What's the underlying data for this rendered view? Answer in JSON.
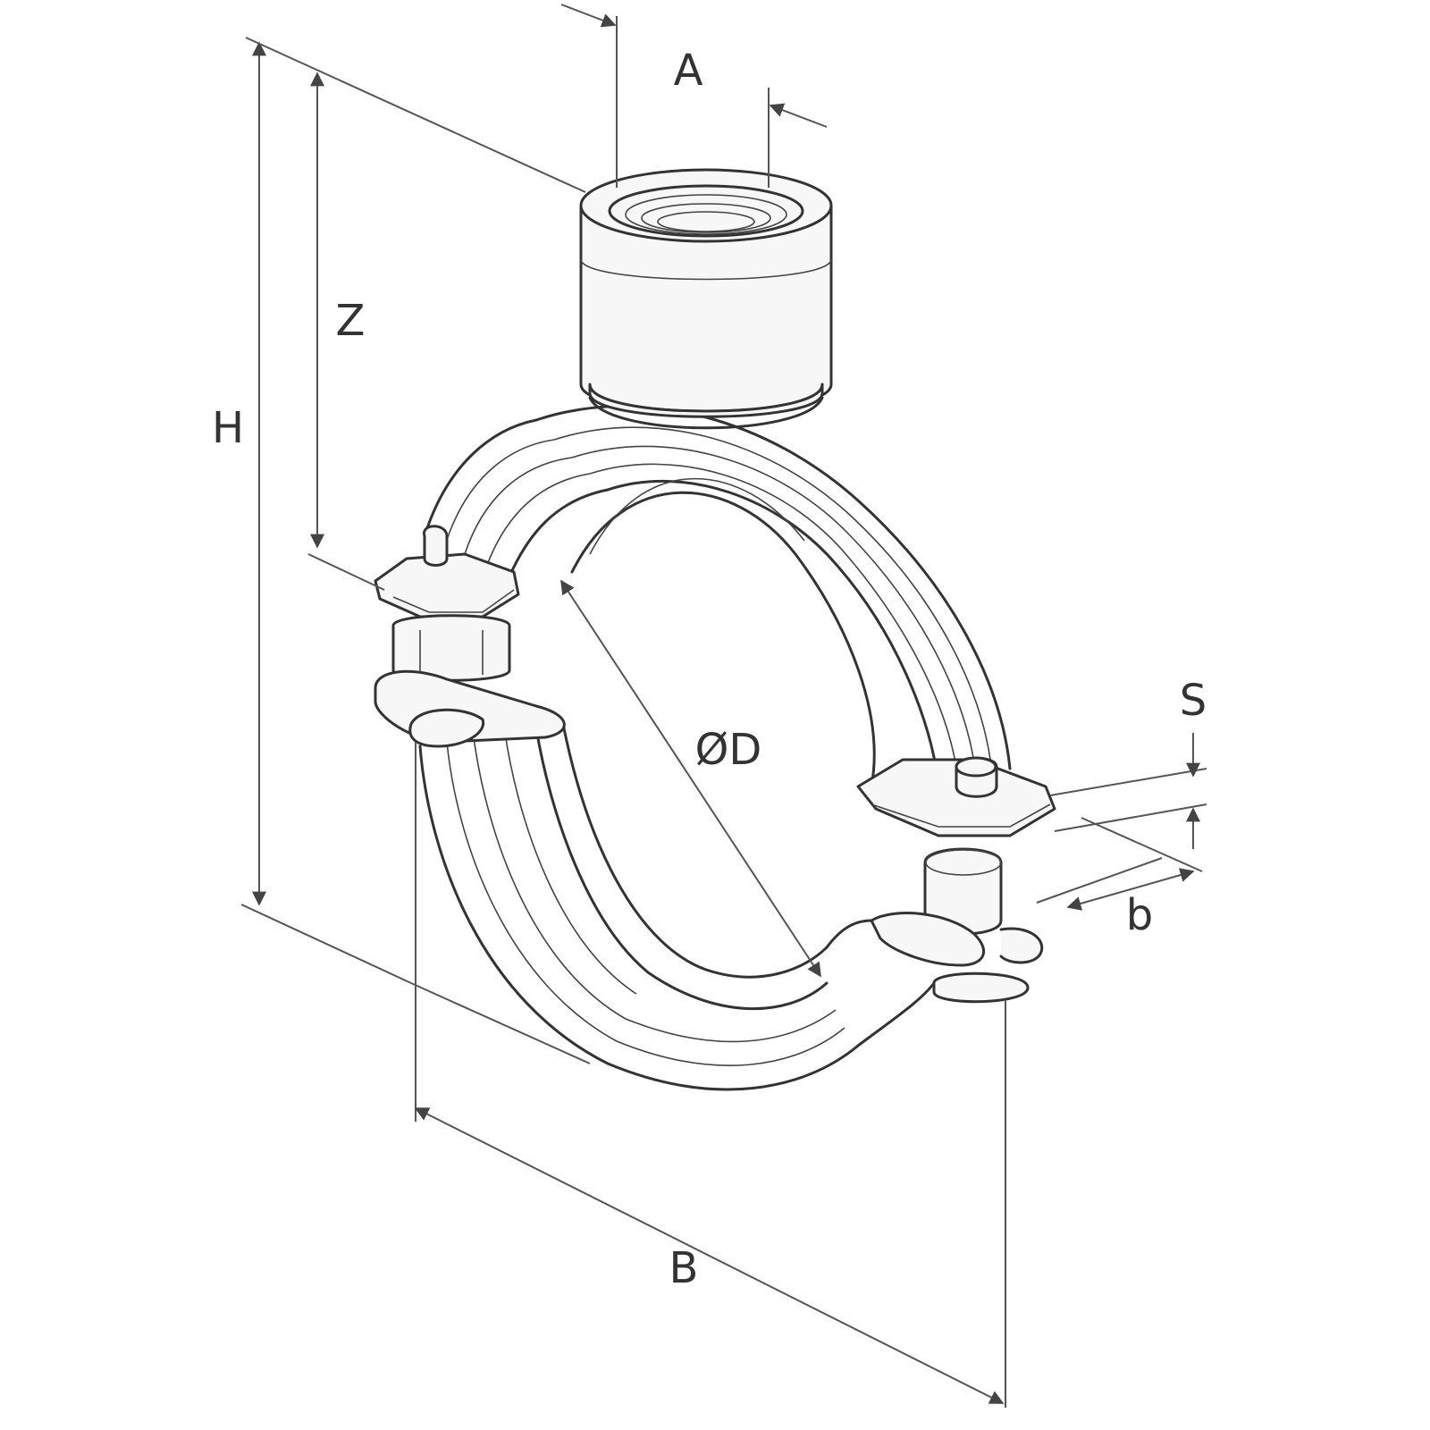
{
  "labels": {
    "A": "A",
    "H": "H",
    "Z": "Z",
    "D": "ØD",
    "S": "S",
    "b": "b",
    "B": "B"
  },
  "colors": {
    "line": "#333333",
    "dimension": "#555555",
    "background": "#ffffff"
  }
}
